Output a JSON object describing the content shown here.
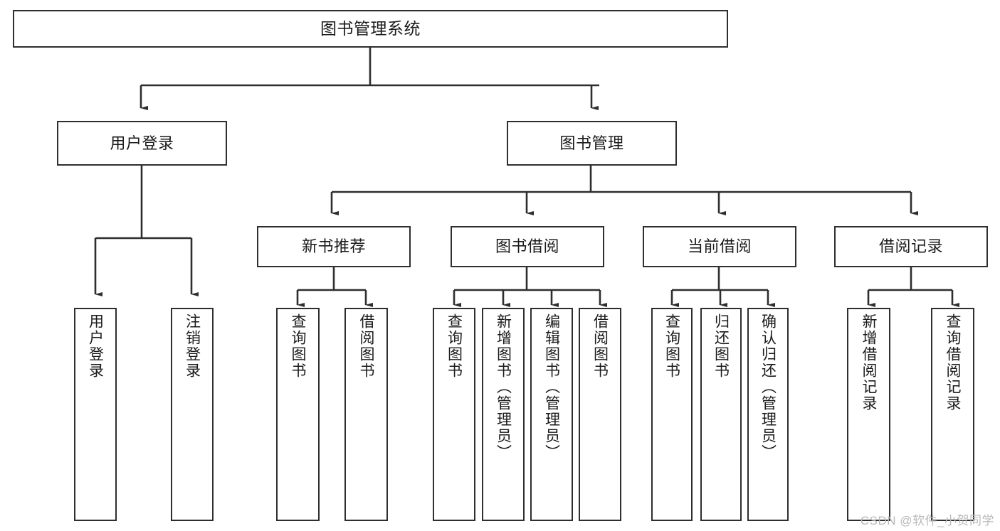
{
  "diagram": {
    "title": "图书管理系统",
    "type": "tree-hierarchy-diagram",
    "watermark": "CSDN @软件_小贺同学",
    "colors": {
      "stroke": "#2e2e2e",
      "fill": "#ffffff",
      "text": "#1a1a1a",
      "watermark": "#b9b9b9"
    },
    "levels": {
      "level1_label": "图书管理系统",
      "level2": [
        {
          "id": "user-login",
          "label": "用户登录"
        },
        {
          "id": "book-management",
          "label": "图书管理"
        }
      ],
      "level3": [
        {
          "id": "new-book-recommend",
          "label": "新书推荐"
        },
        {
          "id": "book-borrow",
          "label": "图书借阅"
        },
        {
          "id": "current-borrow",
          "label": "当前借阅"
        },
        {
          "id": "borrow-record",
          "label": "借阅记录"
        }
      ],
      "leaves": {
        "user_login": [
          {
            "id": "leaf-user-login",
            "label": "用户登录"
          },
          {
            "id": "leaf-logout",
            "label": "注销登录"
          }
        ],
        "new_book_recommend": [
          {
            "id": "leaf-query-book-1",
            "label": "查询图书"
          },
          {
            "id": "leaf-borrow-book-1",
            "label": "借阅图书"
          }
        ],
        "book_borrow": [
          {
            "id": "leaf-query-book-2",
            "label": "查询图书"
          },
          {
            "id": "leaf-add-book",
            "label": "新增图书（管理员）"
          },
          {
            "id": "leaf-edit-book",
            "label": "编辑图书（管理员）"
          },
          {
            "id": "leaf-borrow-book-2",
            "label": "借阅图书"
          }
        ],
        "current_borrow": [
          {
            "id": "leaf-query-book-3",
            "label": "查询图书"
          },
          {
            "id": "leaf-return-book",
            "label": "归还图书"
          },
          {
            "id": "leaf-confirm-return",
            "label": "确认归还（管理员）"
          }
        ],
        "borrow_record": [
          {
            "id": "leaf-add-record",
            "label": "新增借阅记录"
          },
          {
            "id": "leaf-query-record",
            "label": "查询借阅记录"
          }
        ]
      }
    }
  }
}
